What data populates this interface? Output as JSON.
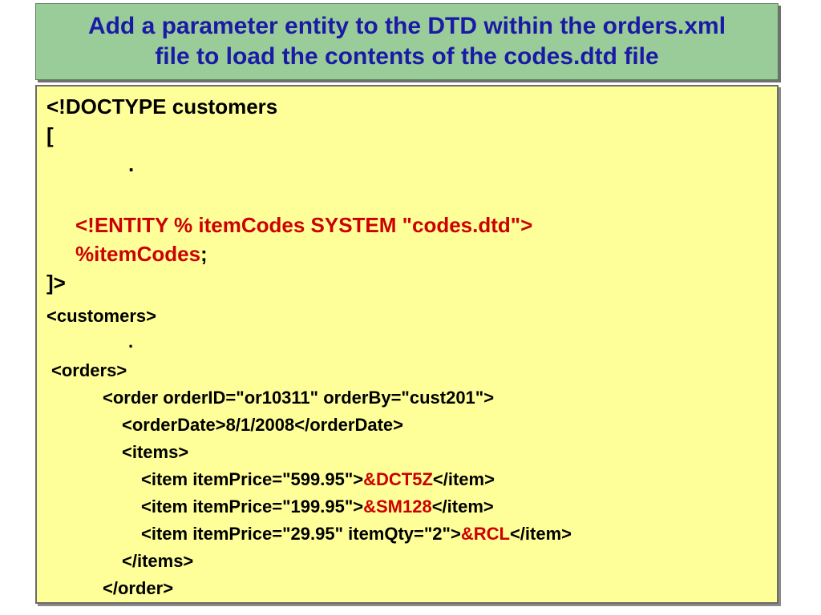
{
  "title": "Add a parameter entity to the DTD within the orders.xml\nfile to load the contents of the codes.dtd file",
  "colors": {
    "title_bg": "#99cc99",
    "title_text": "#1a1aa6",
    "code_bg": "#ffff99",
    "highlight": "#cc0000"
  },
  "code": {
    "doctype": "<!DOCTYPE customers",
    "open_bracket": "[",
    "dot1": ".",
    "entity_decl": "<!ENTITY % itemCodes SYSTEM \"codes.dtd\">",
    "entity_ref": "%itemCodes",
    "entity_ref_semicolon": ";",
    "close_bracket": "]>",
    "customers_open": "<customers>",
    "dot2": ".",
    "orders_open": "<orders>",
    "order_open": "<order orderID=\"or10311\" orderBy=\"cust201\">",
    "order_date": "<orderDate>8/1/2008</orderDate>",
    "items_open": "<items>",
    "item1": {
      "prefix": "<item itemPrice=\"599.95\">",
      "entity": "&DCT5Z",
      "suffix": "</item>"
    },
    "item2": {
      "prefix": "<item itemPrice=\"199.95\">",
      "entity": "&SM128",
      "suffix": "</item>"
    },
    "item3": {
      "prefix": "<item itemPrice=\"29.95\" itemQty=\"2\">",
      "entity": "&RCL",
      "suffix": "</item>"
    },
    "items_close": "</items>",
    "order_close": "</order>"
  }
}
